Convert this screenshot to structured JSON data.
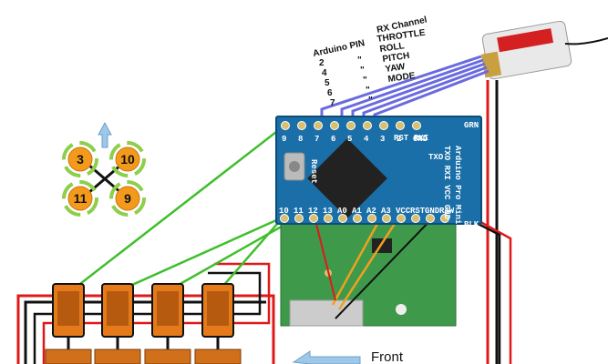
{
  "arduino_pin_header": "Arduino PIN",
  "rx_channel_header": "RX Channel",
  "pins": [
    "2",
    "4",
    "5",
    "6",
    "7"
  ],
  "ditto": "\"",
  "channels": [
    "THROTTLE",
    "ROLL",
    "PITCH",
    "YAW",
    "MODE"
  ],
  "motors": [
    "3",
    "10",
    "11",
    "9"
  ],
  "front_label": "Front",
  "board": {
    "top_pins": [
      "9",
      "8",
      "7",
      "6",
      "5",
      "4",
      "3",
      "2",
      "GND"
    ],
    "right_top": "GRN",
    "right_bottom": "BLK",
    "reset": "Reset",
    "rst": "RST",
    "rx": "RXI",
    "tx": "TXO",
    "bottom_pins": [
      "10",
      "11",
      "12",
      "13",
      "A0",
      "A1",
      "A2",
      "A3",
      "VCC",
      "RST",
      "GND",
      "RAW"
    ],
    "side_text": "TXO RXI VCC GND",
    "name": "Arduino Pro Mini"
  },
  "colors": {
    "board_blue": "#1a6fa8",
    "pcb_green": "#3e9a4a",
    "signal_green": "#3fbf2c",
    "channel_wire": "#6a6ae0",
    "power_red": "#e01818",
    "ground_black": "#111111",
    "motor_orange": "#f39a1c",
    "esc_orange": "#e47a1a"
  }
}
